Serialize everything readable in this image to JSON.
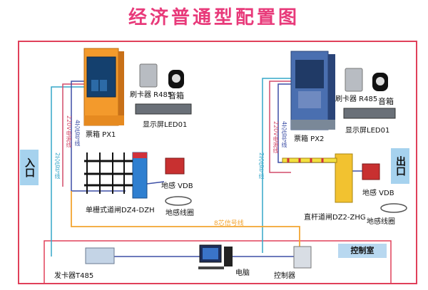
{
  "title": "经济普通型配置图",
  "entrance": "入口",
  "exit": "出口",
  "control_room": "控制室",
  "left": {
    "card_reader": "刷卡器 R485",
    "speaker": "音箱",
    "display": "显示屏LED01",
    "ticket_box": "票箱 PX1",
    "barrier": "单栅式道闸DZ4-DZH",
    "vehicle_detector": "地感 VDB",
    "loop": "地感线圈",
    "wire_220v": "220V电源线",
    "wire_4core": "4芯信号线",
    "wire_2core": "2芯信号线"
  },
  "right": {
    "card_reader": "刷卡器 R485",
    "speaker": "音箱",
    "display": "显示屏LED01",
    "ticket_box": "票箱 PX2",
    "barrier": "直杆道闸DZ2-ZHG",
    "vehicle_detector": "地感 VDB",
    "loop": "地感线圈",
    "wire_220v": "220V电源线",
    "wire_4core": "4芯信号线",
    "wire_2core": "2芯信号线"
  },
  "bottom": {
    "issuer": "发卡器T485",
    "computer": "电脑",
    "controller": "控制器",
    "wire_8core": "8芯信号线"
  }
}
